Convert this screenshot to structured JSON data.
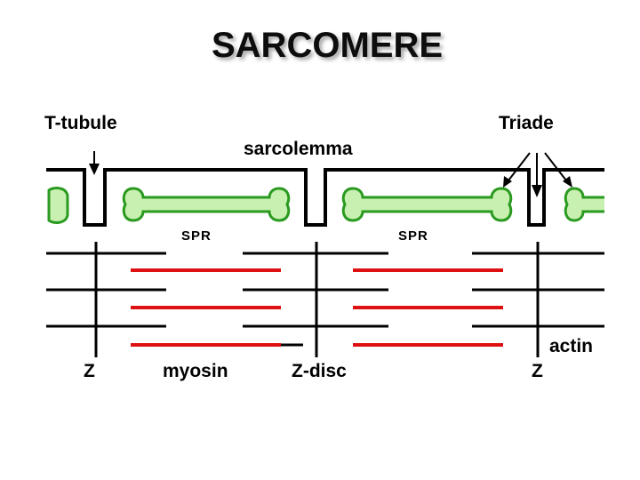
{
  "title": "SARCOMERE",
  "labels": {
    "t_tubule": "T-tubule",
    "triade": "Triade",
    "sarcolemma": "sarcolemma",
    "spr_left": "SPR",
    "spr_right": "SPR",
    "z_left": "Z",
    "myosin": "myosin",
    "z_disc": "Z-disc",
    "z_right": "Z",
    "actin": "actin"
  },
  "colors": {
    "sr_fill": "#c8f0b0",
    "sr_stroke": "#2a9a20",
    "myosin": "#dd1111",
    "lines": "#000000"
  }
}
